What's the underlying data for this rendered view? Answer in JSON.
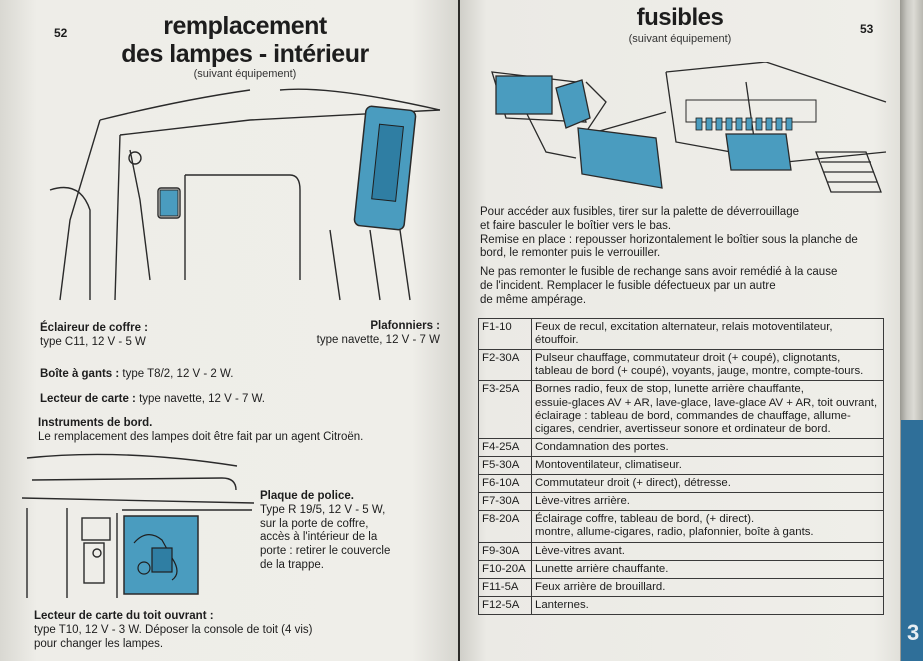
{
  "left_page": {
    "page_number": "52",
    "title_line1": "remplacement",
    "title_line2": "des lampes - intérieur",
    "subtitle": "(suivant équipement)",
    "items": {
      "eclaireur_title": "Éclaireur de coffre :",
      "eclaireur_text": "type C11, 12 V - 5 W",
      "plafonniers_title": "Plafonniers :",
      "plafonniers_text": "type navette, 12 V - 7 W",
      "boite_title": "Boîte à gants :",
      "boite_text": " type T8/2, 12 V - 2 W.",
      "lecteur_title": "Lecteur de carte :",
      "lecteur_text": " type navette, 12 V - 7 W.",
      "instruments_title": "Instruments de bord.",
      "instruments_text": "Le remplacement des lampes doit être fait par un agent Citroën.",
      "plaque_title": "Plaque de police.",
      "plaque_l1": "Type R 19/5, 12 V - 5 W,",
      "plaque_l2": "sur la porte de coffre,",
      "plaque_l3": "accès à l'intérieur de la",
      "plaque_l4": "porte : retirer le couvercle",
      "plaque_l5": "de la trappe.",
      "toit_title": "Lecteur de carte du toit ouvrant :",
      "toit_l1": "type T10, 12 V - 3 W. Déposer la console de toit (4 vis)",
      "toit_l2": "pour changer les lampes."
    }
  },
  "right_page": {
    "page_number": "53",
    "title": "fusibles",
    "subtitle": "(suivant équipement)",
    "para1_l1": "Pour accéder aux fusibles, tirer sur la palette de déverrouillage",
    "para1_l2": "et faire basculer le boîtier vers le bas.",
    "para1_l3": "Remise en place : repousser horizontalement le boîtier sous la planche de",
    "para1_l4": "bord, le remonter puis le verrouiller.",
    "para2_l1": "Ne pas remonter le fusible de rechange sans avoir remédié à la cause",
    "para2_l2": "de l'incident. Remplacer le fusible défectueux par un autre",
    "para2_l3": "de même ampérage.",
    "fuses": [
      {
        "code": "F1-10",
        "lines": [
          "Feux de recul, excitation alternateur, relais motoventilateur,",
          "étouffoir."
        ]
      },
      {
        "code": "F2-30A",
        "lines": [
          "Pulseur chauffage, commutateur droit (+ coupé), clignotants,",
          "tableau de bord (+ coupé), voyants, jauge, montre, compte-tours."
        ]
      },
      {
        "code": "F3-25A",
        "lines": [
          "Bornes radio, feux de stop, lunette arrière chauffante,",
          "essuie-glaces AV + AR, lave-glace, lave-glace AV + AR, toit ouvrant,",
          "éclairage : tableau de bord, commandes de chauffage, allume-",
          "cigares, cendrier, avertisseur sonore et ordinateur de bord."
        ]
      },
      {
        "code": "F4-25A",
        "lines": [
          "Condamnation des portes."
        ]
      },
      {
        "code": "F5-30A",
        "lines": [
          "Montoventilateur, climatiseur."
        ]
      },
      {
        "code": "F6-10A",
        "lines": [
          "Commutateur droit (+ direct), détresse."
        ]
      },
      {
        "code": "F7-30A",
        "lines": [
          "Lève-vitres arrière."
        ]
      },
      {
        "code": "F8-20A",
        "lines": [
          "Éclairage coffre, tableau de bord, (+ direct).",
          "montre, allume-cigares, radio, plafonnier, boîte à gants."
        ]
      },
      {
        "code": "F9-30A",
        "lines": [
          "Lève-vitres avant."
        ]
      },
      {
        "code": "F10-20A",
        "lines": [
          "Lunette arrière chauffante."
        ]
      },
      {
        "code": "F11-5A",
        "lines": [
          "Feux arrière de brouillard."
        ]
      },
      {
        "code": "F12-5A",
        "lines": [
          "Lanternes."
        ]
      }
    ],
    "edge_tab": "3"
  },
  "colors": {
    "illustration_blue": "#4a9cbf",
    "paper": "#ecebe6",
    "ink": "#1d1d1d"
  }
}
